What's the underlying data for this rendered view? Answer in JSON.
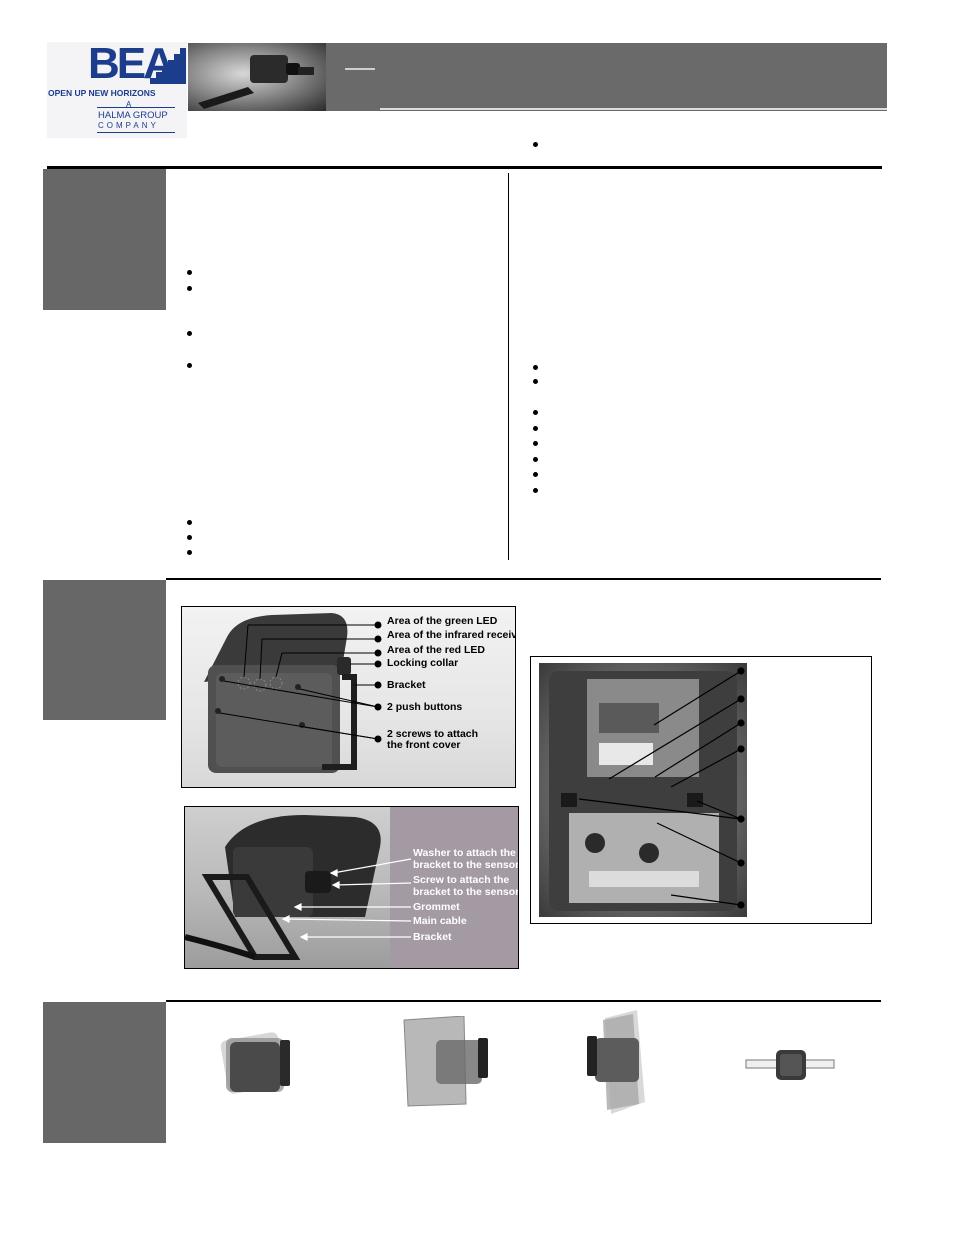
{
  "header": {
    "logo": "BEA",
    "tagline": "OPEN UP NEW HORIZONS",
    "halma_a": "A",
    "halma_line1": "HALMA GROUP",
    "halma_line2": "COMPANY"
  },
  "front_photo": {
    "labels": [
      "Area of the green LED",
      "Area of the infrared receiver",
      "Area of the red LED",
      "Locking collar",
      "Bracket",
      "2 push buttons",
      "2 screws to attach",
      "the front cover"
    ]
  },
  "bracket_photo": {
    "labels": [
      "Washer to attach the",
      "bracket to the sensor",
      "Screw to attach the",
      "bracket to the sensor",
      "Grommet",
      "Main cable",
      "Bracket"
    ]
  },
  "colors": {
    "logo_blue": "#1c3c8c",
    "banner_gray": "#6a6a6a",
    "block_gray": "#676767"
  }
}
